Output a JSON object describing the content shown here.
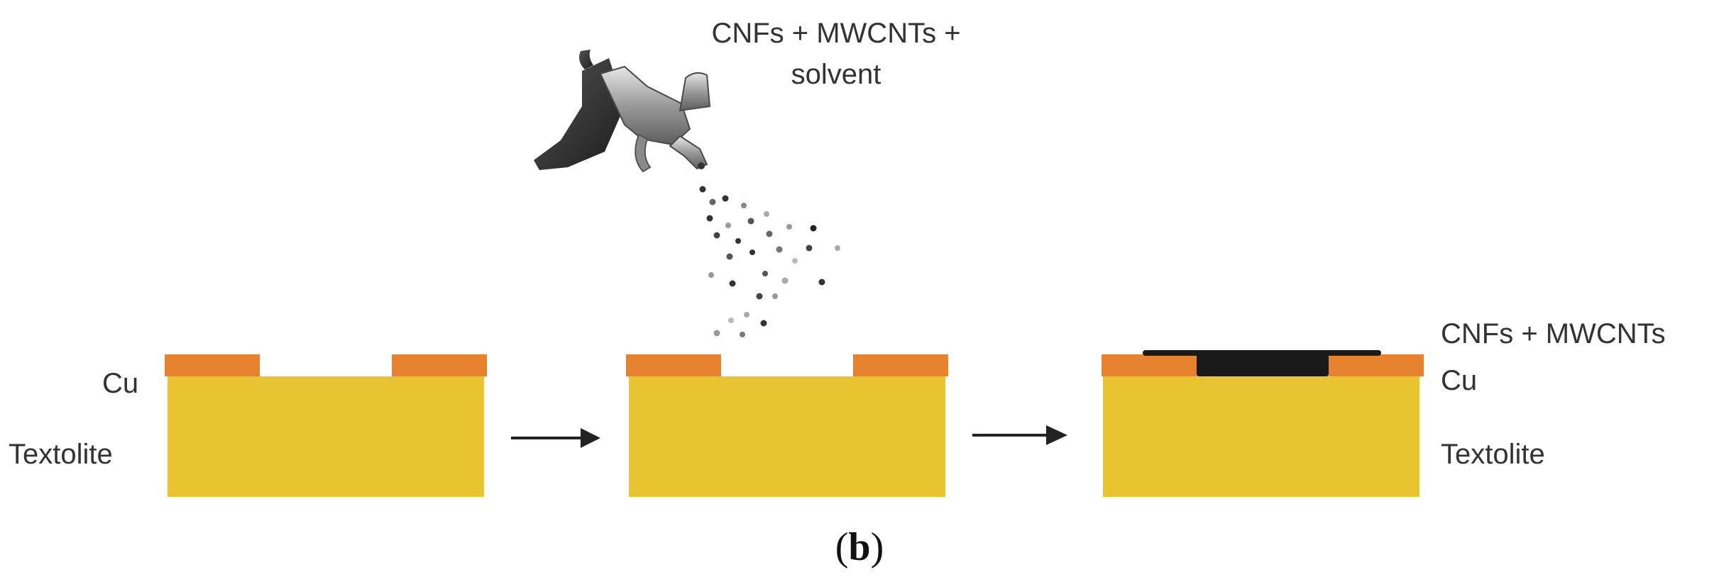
{
  "spray_label": {
    "line1": "CNFs + MWCNTs +",
    "line2": "solvent"
  },
  "labels": {
    "cu_left": "Cu",
    "textolite_left": "Textolite",
    "coating_right": "CNFs + MWCNTs",
    "cu_right": "Cu",
    "textolite_right": "Textolite"
  },
  "caption": {
    "open": "(",
    "letter": "b",
    "close": ")"
  },
  "colors": {
    "textolite": "#E8C430",
    "copper": "#E6822E",
    "coating": "#1A1A1A",
    "arrow": "#222222",
    "particles_dark": "#333333",
    "particles_light": "#9A9A9A"
  },
  "icons": {
    "spray_gun": "airbrush-spray-gun-icon"
  }
}
